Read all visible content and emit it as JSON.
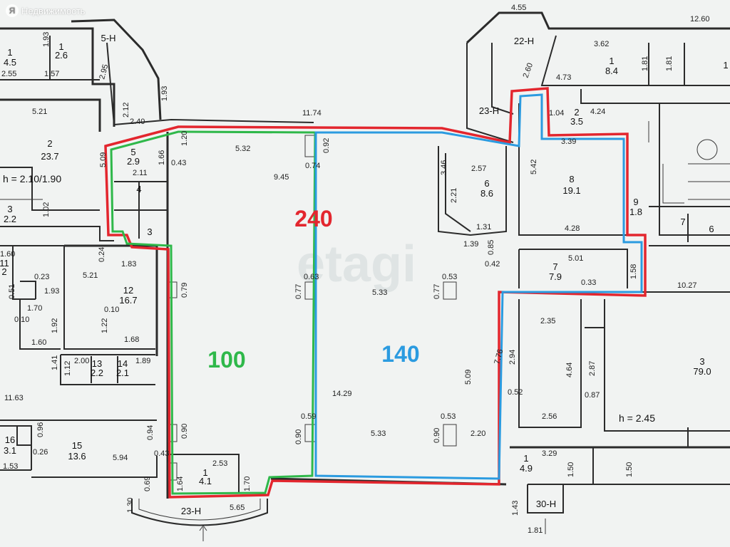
{
  "brand": {
    "logo": "Я",
    "text": "Недвижимость"
  },
  "watermark": "etagi",
  "zones": {
    "total": {
      "label": "240",
      "color": "#e3262e"
    },
    "left": {
      "label": "100",
      "color": "#2fb84a"
    },
    "right": {
      "label": "140",
      "color": "#2b9be0"
    }
  },
  "rooms": {
    "r1_left": {
      "num": "1",
      "area": "4.5"
    },
    "r1_top": {
      "num": "1",
      "area": "2.6"
    },
    "r5h": {
      "num": "5-Н"
    },
    "r2_left": {
      "num": "2",
      "area": "23.7"
    },
    "h_left": "h = 2.10/1.90",
    "r3_left": {
      "num": "3",
      "area": "2.2"
    },
    "r5": {
      "num": "5",
      "area": "2.9"
    },
    "r4": {
      "num": "4"
    },
    "r3": {
      "num": "3"
    },
    "r12": {
      "num": "12",
      "area": "16.7"
    },
    "r13": {
      "num": "13",
      "area": "2.2"
    },
    "r14": {
      "num": "14",
      "area": "2.1"
    },
    "r16": {
      "num": "16",
      "area": "3.1"
    },
    "r15": {
      "num": "15",
      "area": "13.6"
    },
    "r11": {
      "num": "11",
      "area": "2"
    },
    "r1_bottom": {
      "num": "1",
      "area": "4.1"
    },
    "r23h_bottom": {
      "num": "23-Н"
    },
    "r22h": {
      "num": "22-Н"
    },
    "r23h_top": {
      "num": "23-Н"
    },
    "r1_top_right": {
      "num": "1",
      "area": "8.4"
    },
    "r2_right": {
      "num": "2",
      "area": "3.5"
    },
    "r6": {
      "num": "6",
      "area": "8.6"
    },
    "r8": {
      "num": "8",
      "area": "19.1"
    },
    "r9": {
      "num": "9",
      "area": "1.8"
    },
    "r7_small": {
      "num": "7"
    },
    "r6_small": {
      "num": "6"
    },
    "r7": {
      "num": "7",
      "area": "7.9"
    },
    "r3_right": {
      "num": "3",
      "area": "79.0"
    },
    "h_right": "h = 2.45",
    "r1_bottom_right": {
      "num": "1",
      "area": "4.9"
    },
    "r30h": {
      "num": "30-Н"
    },
    "r1_right_edge": {
      "num": "1"
    }
  },
  "dims": {
    "d_4_55": "4.55",
    "d_12_60": "12.60",
    "d_1_93a": "1.93",
    "d_1_57": "1.57",
    "d_2_55": "2.55",
    "d_2_95": "2.95",
    "d_2_12": "2.12",
    "d_1_93b": "1.93",
    "d_5_21a": "5.21",
    "d_5_09": "5.09",
    "d_2_40": "2.40",
    "d_11_74": "11.74",
    "d_1_20": "1.20",
    "d_5_32": "5.32",
    "d_0_92": "0.92",
    "d_1_66": "1.66",
    "d_0_43": "0.43",
    "d_2_11": "2.11",
    "d_0_74": "0.74",
    "d_9_45": "9.45",
    "d_1_02": "1.02",
    "d_3_62": "3.62",
    "d_2_60": "2.60",
    "d_4_73": "4.73",
    "d_1_81a": "1.81",
    "d_1_81b": "1.81",
    "d_1_04": "1.04",
    "d_4_24": "4.24",
    "d_3_39": "3.39",
    "d_3_46": "3.46",
    "d_2_57": "2.57",
    "d_2_21": "2.21",
    "d_5_42": "5.42",
    "d_1_31": "1.31",
    "d_4_28": "4.28",
    "d_1_39": "1.39",
    "d_0_85": "0.85",
    "d_0_42": "0.42",
    "d_5_01": "5.01",
    "d_0_33": "0.33",
    "d_1_58": "1.58",
    "d_10_27": "10.27",
    "d_0_24": "0.24",
    "d_1_83": "1.83",
    "d_5_21b": "5.21",
    "d_0_23": "0.23",
    "d_0_51": "0.51",
    "d_1_70": "1.70",
    "d_0_10a": "0.10",
    "d_0_10b": "0.10",
    "d_1_92": "1.92",
    "d_1_22": "1.22",
    "d_1_68": "1.68",
    "d_1_60": "1.60",
    "d_0_79": "0.79",
    "d_0_63": "0.63",
    "d_0_53a": "0.53",
    "d_0_77a": "0.77",
    "d_0_77b": "0.77",
    "d_5_33a": "5.33",
    "d_7_76": "7.76",
    "d_2_35": "2.35",
    "d_1_41": "1.41",
    "d_1_12": "1.12",
    "d_2_00": "2.00",
    "d_1_89": "1.89",
    "d_2_94": "2.94",
    "d_4_64": "4.64",
    "d_2_87": "2.87",
    "d_5_09b": "5.09",
    "d_11_63": "11.63",
    "d_14_29": "14.29",
    "d_0_52": "0.52",
    "d_0_87": "0.87",
    "d_2_56": "2.56",
    "d_0_96": "0.96",
    "d_0_94": "0.94",
    "d_0_90a": "0.90",
    "d_0_59": "0.59",
    "d_0_53b": "0.53",
    "d_0_90b": "0.90",
    "d_0_90c": "0.90",
    "d_2_20": "2.20",
    "d_5_33b": "5.33",
    "d_0_26": "0.26",
    "d_5_94": "5.94",
    "d_1_53": "1.53",
    "d_0_43b": "0.43",
    "d_2_53": "2.53",
    "d_3_29": "3.29",
    "d_1_50a": "1.50",
    "d_1_50b": "1.50",
    "d_0_69": "0.69",
    "d_1_64": "1.64",
    "d_1_70b": "1.70",
    "d_1_30": "1.30",
    "d_5_65": "5.65",
    "d_1_43": "1.43",
    "d_1_81c": "1.81",
    "d_1_60b": "1.60",
    "d_1_93c": "1.93"
  }
}
